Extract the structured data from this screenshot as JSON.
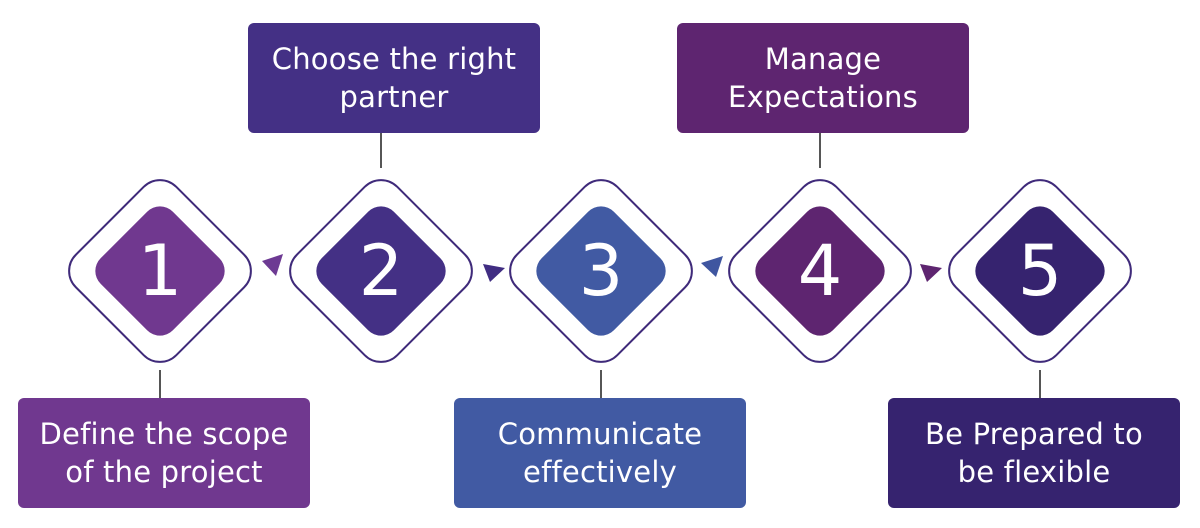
{
  "steps": [
    {
      "number": "1",
      "label": "Define the scope of the project",
      "color": "#70388f"
    },
    {
      "number": "2",
      "label": "Choose the right partner",
      "color": "#443085"
    },
    {
      "number": "3",
      "label": "Communicate effectively",
      "color": "#415aa3"
    },
    {
      "number": "4",
      "label": "Manage Expectations",
      "color": "#5e2570"
    },
    {
      "number": "5",
      "label": "Be Prepared to be flexible",
      "color": "#36236f"
    }
  ],
  "colors": {
    "outline": "#3f2a7a",
    "connector_line": "#2b2b2b",
    "background": "#ffffff"
  }
}
